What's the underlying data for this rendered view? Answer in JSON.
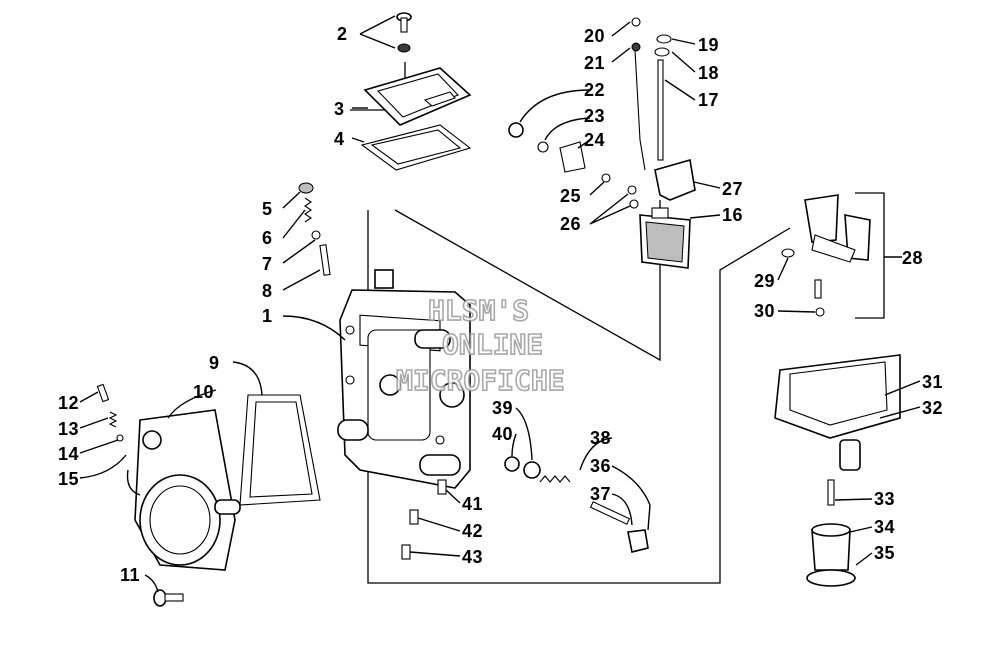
{
  "watermark": {
    "line1": "HLSM'S",
    "line2": "ONLINE",
    "line3": "MICROFICHE"
  },
  "callouts": {
    "n1": "1",
    "n2": "2",
    "n3": "3",
    "n4": "4",
    "n5": "5",
    "n6": "6",
    "n7": "7",
    "n8": "8",
    "n9": "9",
    "n10": "10",
    "n11": "11",
    "n12": "12",
    "n13": "13",
    "n14": "14",
    "n15": "15",
    "n16": "16",
    "n17": "17",
    "n18": "18",
    "n19": "19",
    "n20": "20",
    "n21": "21",
    "n22": "22",
    "n23": "23",
    "n24": "24",
    "n25": "25",
    "n26": "26",
    "n27": "27",
    "n28": "28",
    "n29": "29",
    "n30": "30",
    "n31": "31",
    "n32": "32",
    "n33": "33",
    "n34": "34",
    "n35": "35",
    "n36": "36",
    "n37": "37",
    "n38": "38",
    "n39": "39",
    "n40": "40",
    "n41": "41",
    "n42": "42",
    "n43": "43"
  }
}
